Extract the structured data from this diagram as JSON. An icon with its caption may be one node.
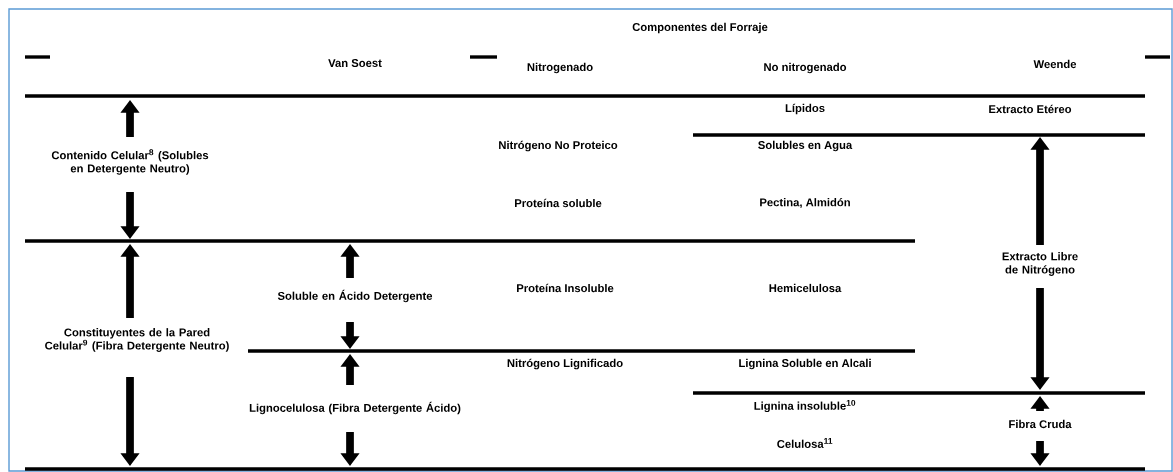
{
  "diagram": {
    "title": "Componentes del Forraje",
    "labels": [
      "Van Soest",
      "Nitrogenado",
      "No nitrogenado",
      "Weende",
      "Lípidos",
      "Extracto Etéreo",
      "Contenido Celular$^{8}$ (Solubles en Detergente Neutro)",
      "Nitrógeno No Proteico",
      "Solubles en Agua",
      "Proteína soluble",
      "Pectina, Almidón",
      "Extracto Libre de Nitrógeno",
      "Soluble en Ácido Detergente",
      "Proteína Insoluble",
      "Hemicelulosa",
      "Constituyentes de la Pared Celular$^{9}$ (Fibra Detergente Neutro)",
      "Nitrógeno Lignificado",
      "Lignina Soluble en Alcali",
      "Lignocelulosa (Fibra Detergente Ácido)",
      "Lignina insoluble$^{10}$",
      "Fibra Cruda",
      "Celulosa$^{11}$"
    ]
  }
}
